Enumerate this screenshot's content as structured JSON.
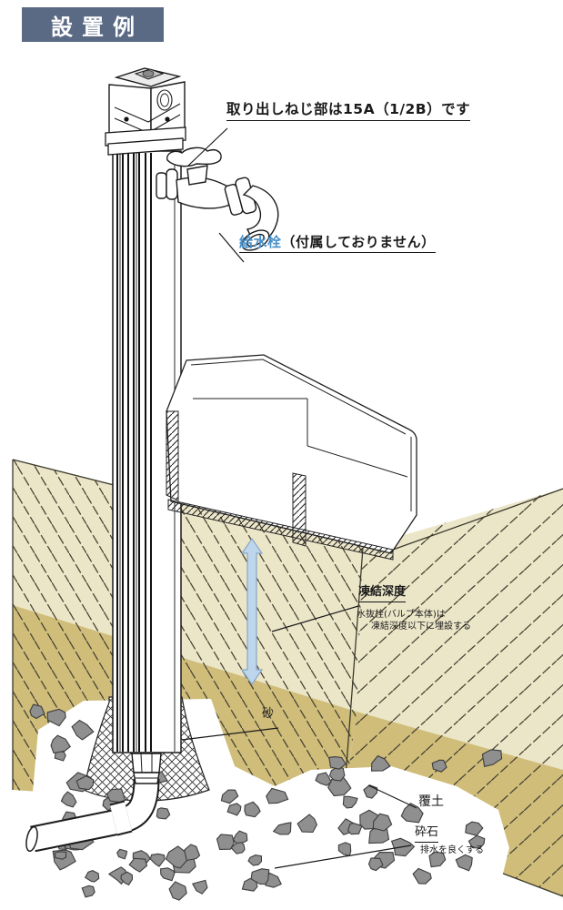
{
  "title": "設置例",
  "colors": {
    "badge_bg": "#5a6a84",
    "badge_text": "#ffffff",
    "soil_light": "#ece6c9",
    "soil_dark": "#cfbd79",
    "hatch_line": "#4a4435",
    "outline": "#1a1a1a",
    "faucet_label_blue": "#4a90c8",
    "frost_arrow_fill": "#bed6ec",
    "frost_arrow_stroke": "#87a7c5",
    "stone_fill": "#8f8f8f"
  },
  "annotations": {
    "thread": {
      "text": "取り出しねじ部は15A（1/2B）です"
    },
    "faucet": {
      "name": "給水栓",
      "note": "（付属しておりません）"
    },
    "frost": {
      "label": "凍結深度",
      "note_line1": "水抜栓(バルブ本体)は",
      "note_line2": "凍結深度以下に埋設する"
    },
    "sand": {
      "label": "砂"
    },
    "cover_soil": {
      "label": "覆土"
    },
    "crushed_stone": {
      "label": "砕石",
      "note": "排水を良くする"
    }
  }
}
